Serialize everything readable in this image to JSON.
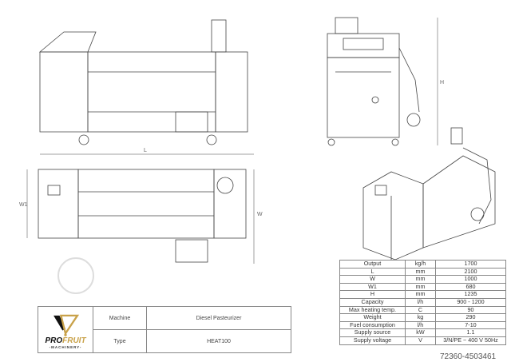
{
  "dimensions": {
    "L": "L",
    "H": "H",
    "W1": "W1",
    "W": "W"
  },
  "spec_table": [
    {
      "param": "Output",
      "unit": "kg/h",
      "value": "1700"
    },
    {
      "param": "L",
      "unit": "mm",
      "value": "2100"
    },
    {
      "param": "W",
      "unit": "mm",
      "value": "1000"
    },
    {
      "param": "W1",
      "unit": "mm",
      "value": "680"
    },
    {
      "param": "H",
      "unit": "mm",
      "value": "1235"
    },
    {
      "param": "Capacity",
      "unit": "l/h",
      "value": "900 - 1200"
    },
    {
      "param": "Max heating temp.",
      "unit": "C",
      "value": "90"
    },
    {
      "param": "Weight",
      "unit": "kg",
      "value": "290"
    },
    {
      "param": "Fuel consumption",
      "unit": "l/h",
      "value": "7-10"
    },
    {
      "param": "Supply source",
      "unit": "kW",
      "value": "1.1"
    },
    {
      "param": "Supply voltage",
      "unit": "V",
      "value": "3/N/PE ~ 400 V 50Hz"
    }
  ],
  "title_block": {
    "logo": {
      "pro": "PRO",
      "fruit": "FRUIT",
      "sub": "-MACHINERY-"
    },
    "machine_label": "Machine",
    "machine_value": "Diesel Pasteurizer",
    "type_label": "Type",
    "type_value": "HEAT100"
  },
  "reference": "72360-4503461",
  "colors": {
    "logo_gold": "#c9a24a",
    "line": "#444444"
  }
}
